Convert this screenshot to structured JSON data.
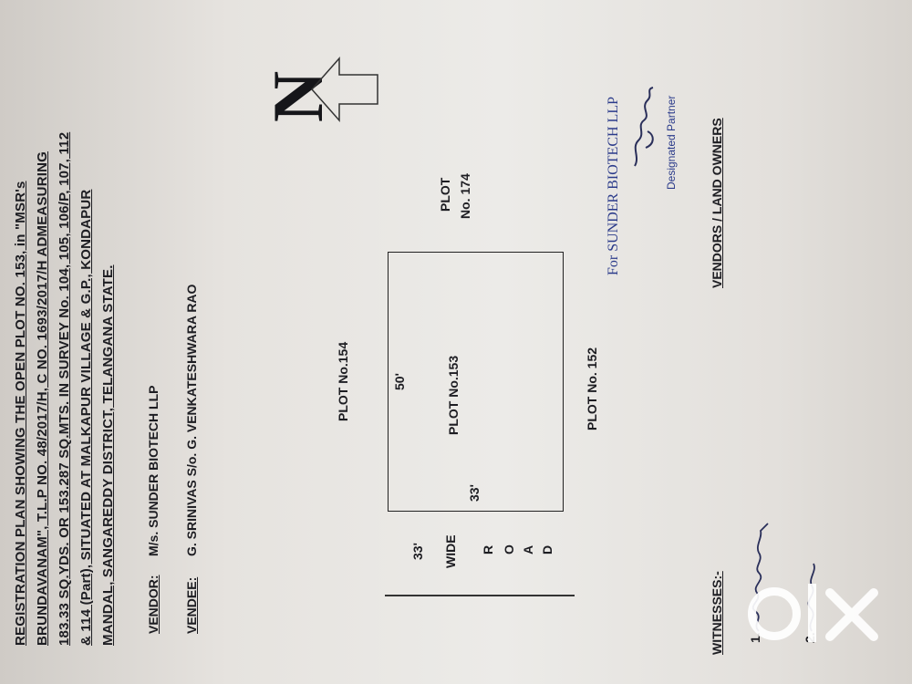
{
  "title": {
    "line1": "REGISTRATION PLAN SHOWING THE OPEN PLOT NO. 153, in \"MSR's",
    "line2": "BRUNDAVANAM\", T.L.P NO. 48/2017/H, C NO. 1693/2017/H ADMEASURING",
    "line3": "183.33 SQ.YDS. OR 153.287 SQ.MTS. IN SURVEY No. 104, 105, 106/P, 107, 112",
    "line4": "& 114 (Part), SITUATED AT MALKAPUR VILLAGE & G.P., KONDAPUR",
    "line5": "MANDAL, SANGAREDDY DISTRICT, TELANGANA STATE."
  },
  "vendor": {
    "label": "VENDOR:",
    "value": "M/s. SUNDER BIOTECH LLP"
  },
  "vendee": {
    "label": "VENDEE:",
    "value": "G. SRINIVAS S/o. G. VENKATESHWARA RAO"
  },
  "plan": {
    "plot_north": "PLOT No.154",
    "plot_center": "PLOT No.153",
    "plot_south": "PLOT No. 152",
    "plot_east_1": "PLOT",
    "plot_east_2": "No. 174",
    "dim_top": "50'",
    "dim_left": "33'",
    "road_width": "33'",
    "road_wide": "WIDE",
    "road_letters": [
      "R",
      "O",
      "A",
      "D"
    ],
    "north": "N"
  },
  "stamp": {
    "company": "For SUNDER BIOTECH LLP",
    "designation": "Designated Partner"
  },
  "owners_label": "VENDORS / LAND OWNERS",
  "witnesses": {
    "label": "WITNESSES:-",
    "n1": "1.",
    "n2": "2."
  },
  "colors": {
    "ink": "#1d1d22",
    "stamp_blue": "#2a3a8a",
    "paper": "#e9e7e3"
  },
  "watermark_icon": "olx-logo"
}
